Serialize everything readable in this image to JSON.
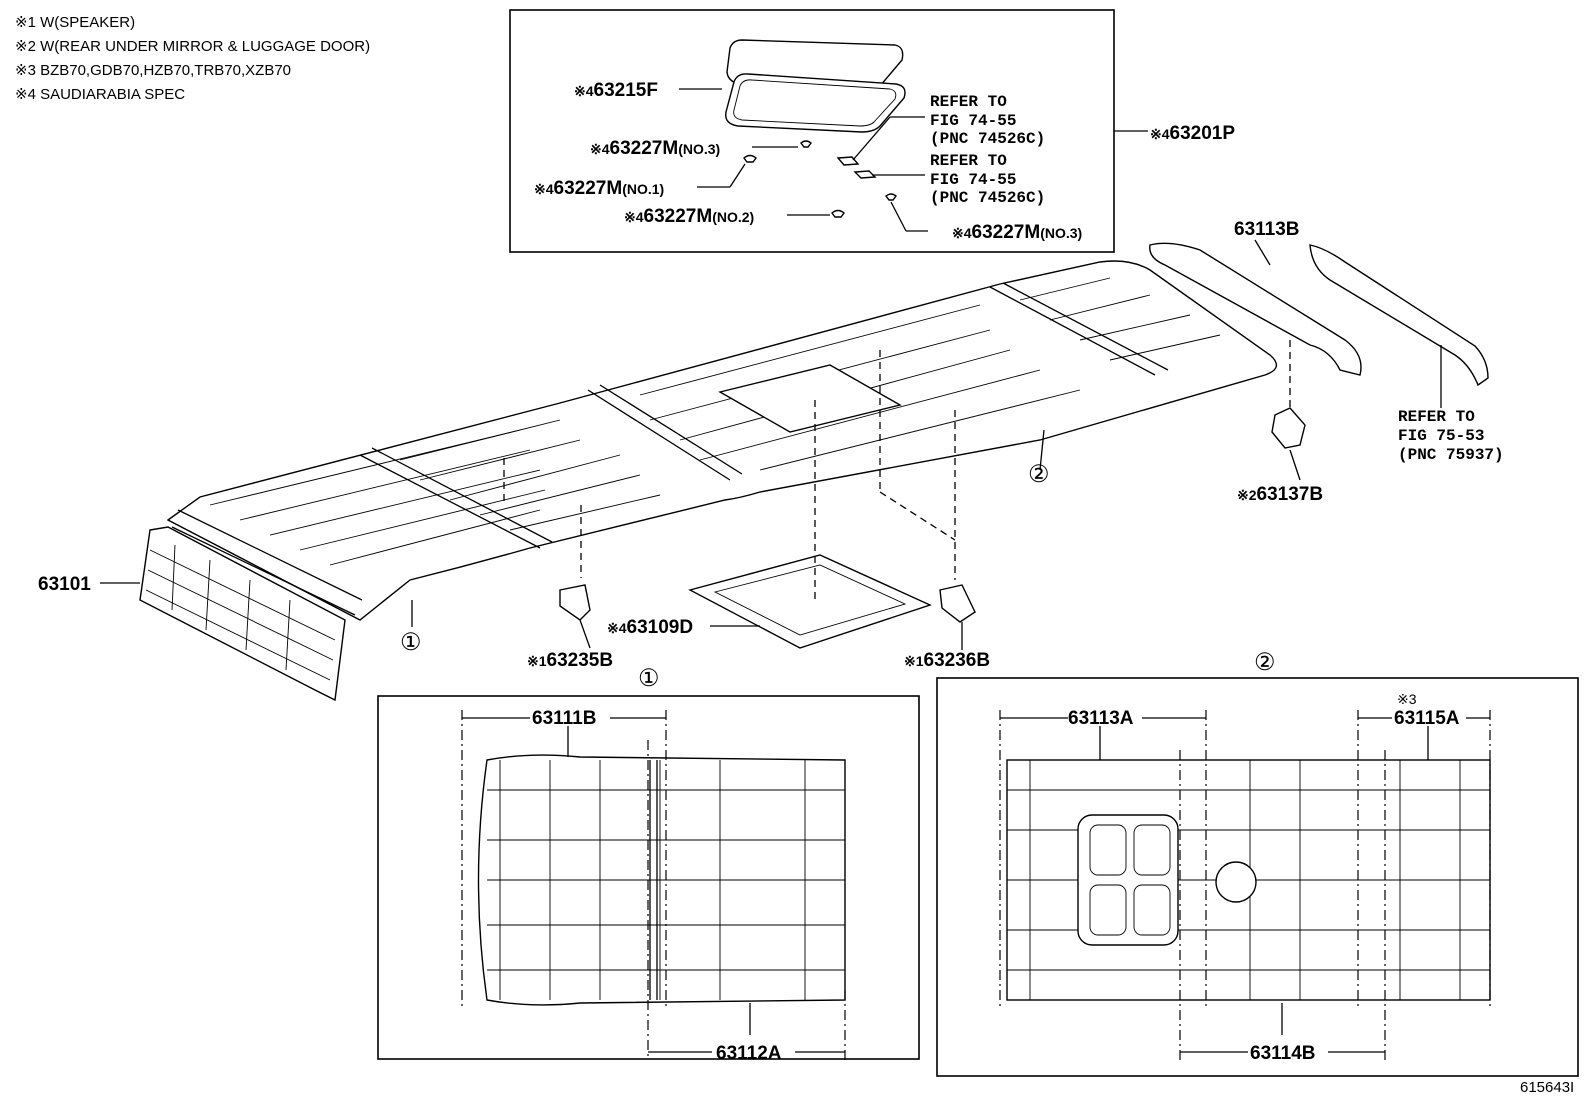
{
  "notes": [
    "※1 W(SPEAKER)",
    "※2 W(REAR UNDER MIRROR & LUGGAGE DOOR)",
    "※3 BZB70,GDB70,HZB70,TRB70,XZB70",
    "※4 SAUDIARABIA SPEC"
  ],
  "inset_top": {
    "p63215F": {
      "mark": "※4",
      "code": "63215F"
    },
    "p63227M_no3_left": {
      "mark": "※4",
      "code": "63227M",
      "sub": "(NO.3)"
    },
    "p63227M_no1": {
      "mark": "※4",
      "code": "63227M",
      "sub": "(NO.1)"
    },
    "p63227M_no2": {
      "mark": "※4",
      "code": "63227M",
      "sub": "(NO.2)"
    },
    "p63227M_no3_right": {
      "mark": "※4",
      "code": "63227M",
      "sub": "(NO.3)"
    },
    "refer1": [
      "REFER TO",
      "FIG 74-55",
      "(PNC 74526C)"
    ],
    "refer2": [
      "REFER TO",
      "FIG 74-55",
      "(PNC 74526C)"
    ],
    "p63201P": {
      "mark": "※4",
      "code": "63201P"
    }
  },
  "main": {
    "p63113B": "63113B",
    "refer3": [
      "REFER TO",
      "FIG 75-53",
      "(PNC 75937)"
    ],
    "p63137B": {
      "mark": "※2",
      "code": "63137B"
    },
    "p63101": "63101",
    "p63235B": {
      "mark": "※1",
      "code": "63235B"
    },
    "p63109D": {
      "mark": "※4",
      "code": "63109D"
    },
    "p63236B": {
      "mark": "※1",
      "code": "63236B"
    },
    "circle1": "①",
    "circle2": "②"
  },
  "detail1": {
    "circle": "①",
    "p63111B": "63111B",
    "p63112A": "63112A"
  },
  "detail2": {
    "circle": "②",
    "p63113A": "63113A",
    "p63115A": {
      "mark": "※3",
      "code": "63115A"
    },
    "p63114B": "63114B"
  },
  "figure_id": "615643I"
}
